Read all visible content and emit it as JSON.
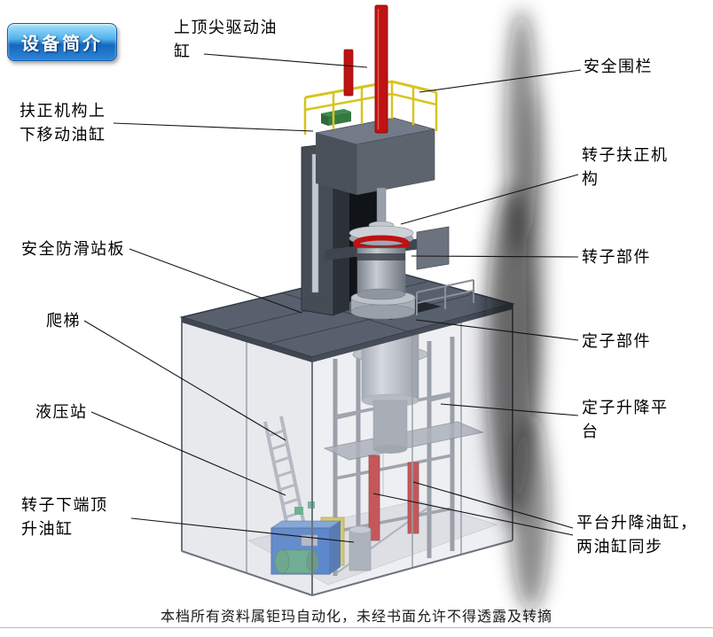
{
  "badge": {
    "text": "设备简介"
  },
  "labels": [
    {
      "id": "top-spindle-cylinder",
      "text": "上顶尖驱动油缸"
    },
    {
      "id": "safety-fence",
      "text": "安全围栏"
    },
    {
      "id": "centering-lift-cylinder",
      "text": "扶正机构上下移动油缸"
    },
    {
      "id": "rotor-centering-mechanism",
      "text": "转子扶正机构"
    },
    {
      "id": "anti-slip-platform",
      "text": "安全防滑站板"
    },
    {
      "id": "rotor-part",
      "text": "转子部件"
    },
    {
      "id": "ladder",
      "text": "爬梯"
    },
    {
      "id": "stator-part",
      "text": "定子部件"
    },
    {
      "id": "hydraulic-station",
      "text": "液压站"
    },
    {
      "id": "stator-lift-platform",
      "text": "定子升降平台"
    },
    {
      "id": "rotor-bottom-jack-cylinder",
      "text": "转子下端顶升油缸"
    },
    {
      "id": "platform-lift-cylinders",
      "text": "平台升降油缸，两油缸同步"
    }
  ],
  "footer": {
    "text": "本档所有资料属钜玛自动化，未经书面允许不得透露及转摘"
  },
  "colors": {
    "machine-red": "#bf1212",
    "fence-yellow": "#d6c51e",
    "hydraulic-blue": "#1f5fc4",
    "badge-blue": "#2f86d8",
    "deck-gray": "#58606e"
  }
}
